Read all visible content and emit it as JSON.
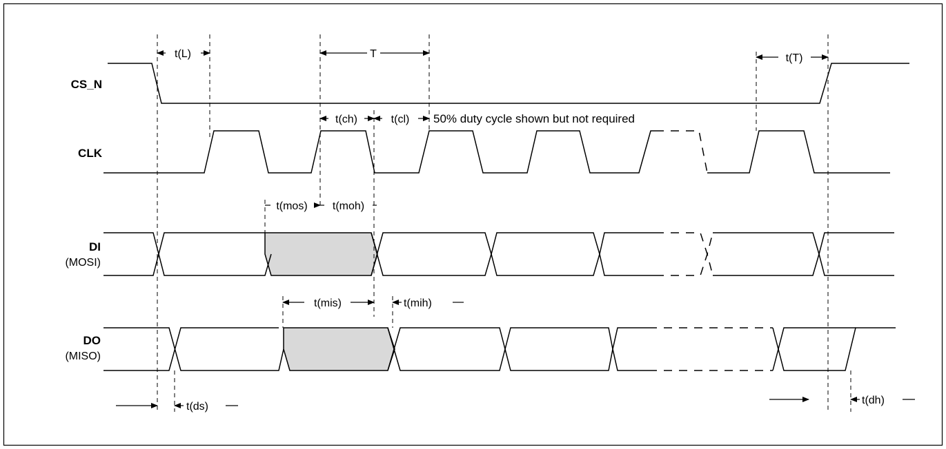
{
  "signals": {
    "cs_n": {
      "label": "CS_N"
    },
    "clk": {
      "label": "CLK"
    },
    "di": {
      "label": "DI",
      "sub": "(MOSI)"
    },
    "do": {
      "label": "DO",
      "sub": "(MISO)"
    }
  },
  "timings": {
    "tL": "t(L)",
    "T": "T",
    "tT": "t(T)",
    "tch": "t(ch)",
    "tcl": "t(cl)",
    "tmos": "t(mos)",
    "tmoh": "t(moh)",
    "tmis": "t(mis)",
    "tmih": "t(mih)",
    "tds": "t(ds)",
    "tdh": "t(dh)"
  },
  "note": "50% duty cycle shown but not required",
  "colors": {
    "line": "#000000",
    "shade": "#d9d9d9",
    "frame": "#000000"
  }
}
